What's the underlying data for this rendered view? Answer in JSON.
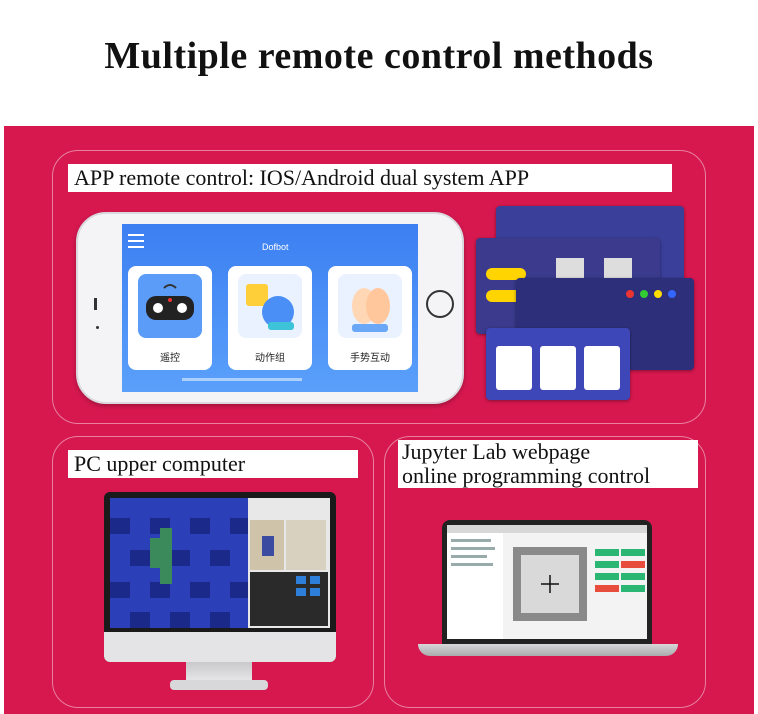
{
  "title": "Multiple remote control methods",
  "colors": {
    "background": "#d6184f",
    "app_blue": "#4a8ff6"
  },
  "app_panel": {
    "label": "APP remote control: IOS/Android dual system APP",
    "app_name": "Dofbot",
    "cards": [
      {
        "caption": "遥控",
        "icon": "gamepad-icon"
      },
      {
        "caption": "动作组",
        "icon": "action-group-icon"
      },
      {
        "caption": "手势互动",
        "icon": "gesture-icon"
      }
    ]
  },
  "pc_panel": {
    "label": "PC upper computer"
  },
  "jupyter_panel": {
    "label_line1": "Jupyter Lab webpage",
    "label_line2": "online programming control"
  }
}
